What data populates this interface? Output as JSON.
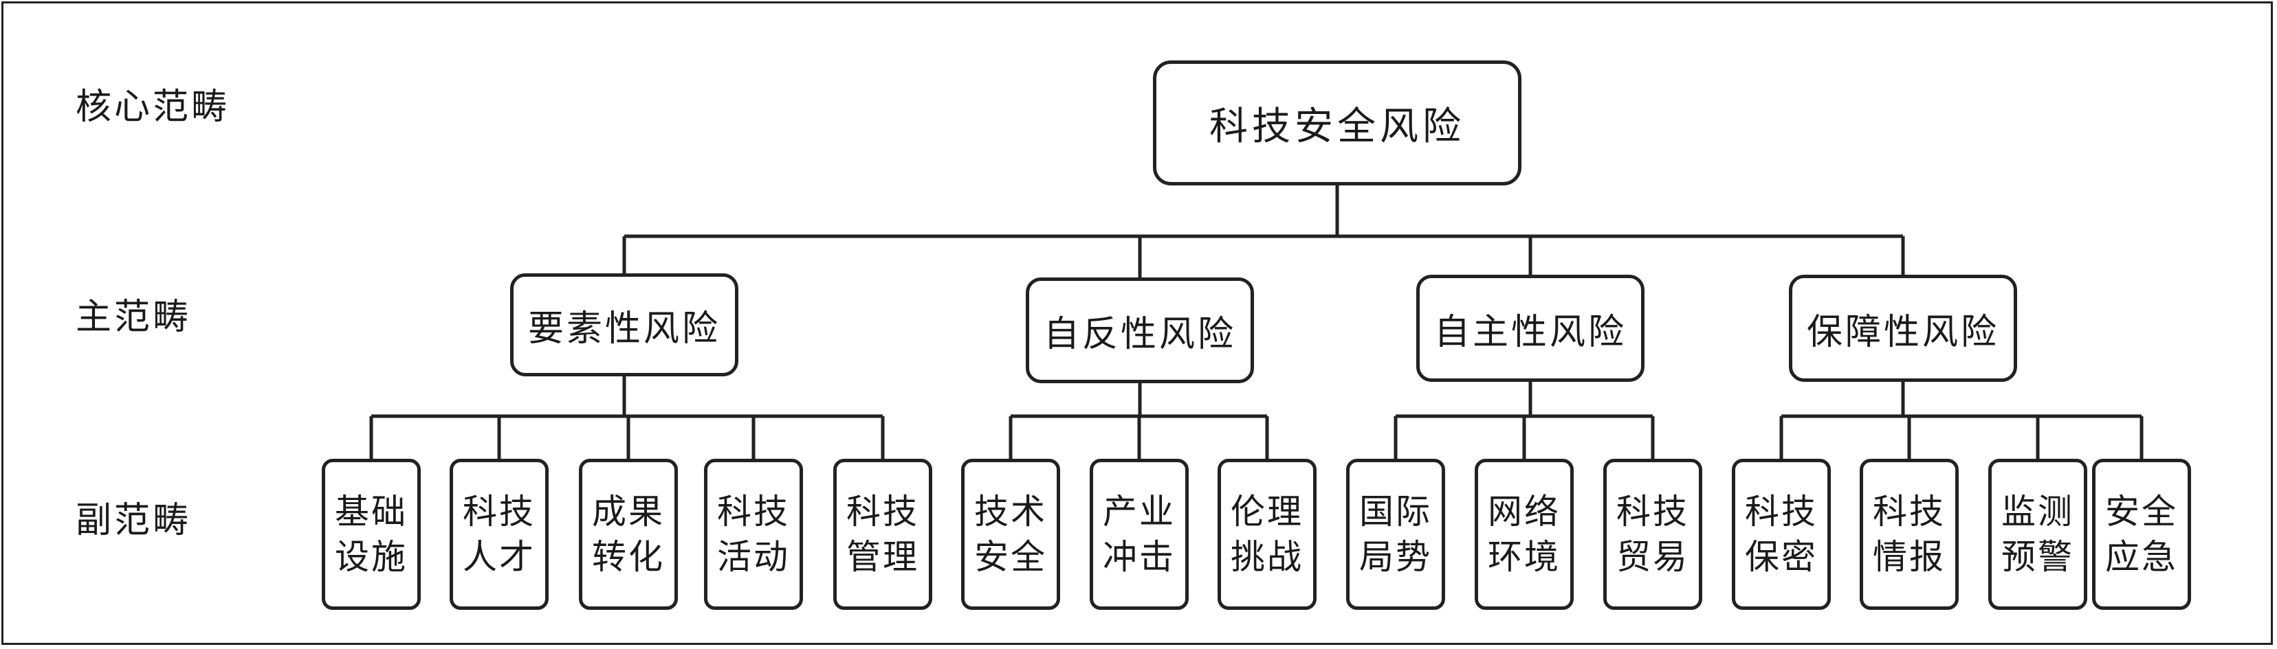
{
  "levels": {
    "core": "核心范畴",
    "main": "主范畴",
    "sub": "副范畴"
  },
  "core": {
    "label": "科技安全风险"
  },
  "main": [
    {
      "label": "要素性风险",
      "children": [
        "基础\n设施",
        "科技\n人才",
        "成果\n转化",
        "科技\n活动",
        "科技\n管理"
      ]
    },
    {
      "label": "自反性风险",
      "children": [
        "技术\n安全",
        "产业\n冲击",
        "伦理\n挑战"
      ]
    },
    {
      "label": "自主性风险",
      "children": [
        "国际\n局势",
        "网络\n环境",
        "科技\n贸易"
      ]
    },
    {
      "label": "保障性风险",
      "children": [
        "科技\n保密",
        "科技\n情报",
        "监测\n预警",
        "安全\n应急"
      ]
    }
  ]
}
